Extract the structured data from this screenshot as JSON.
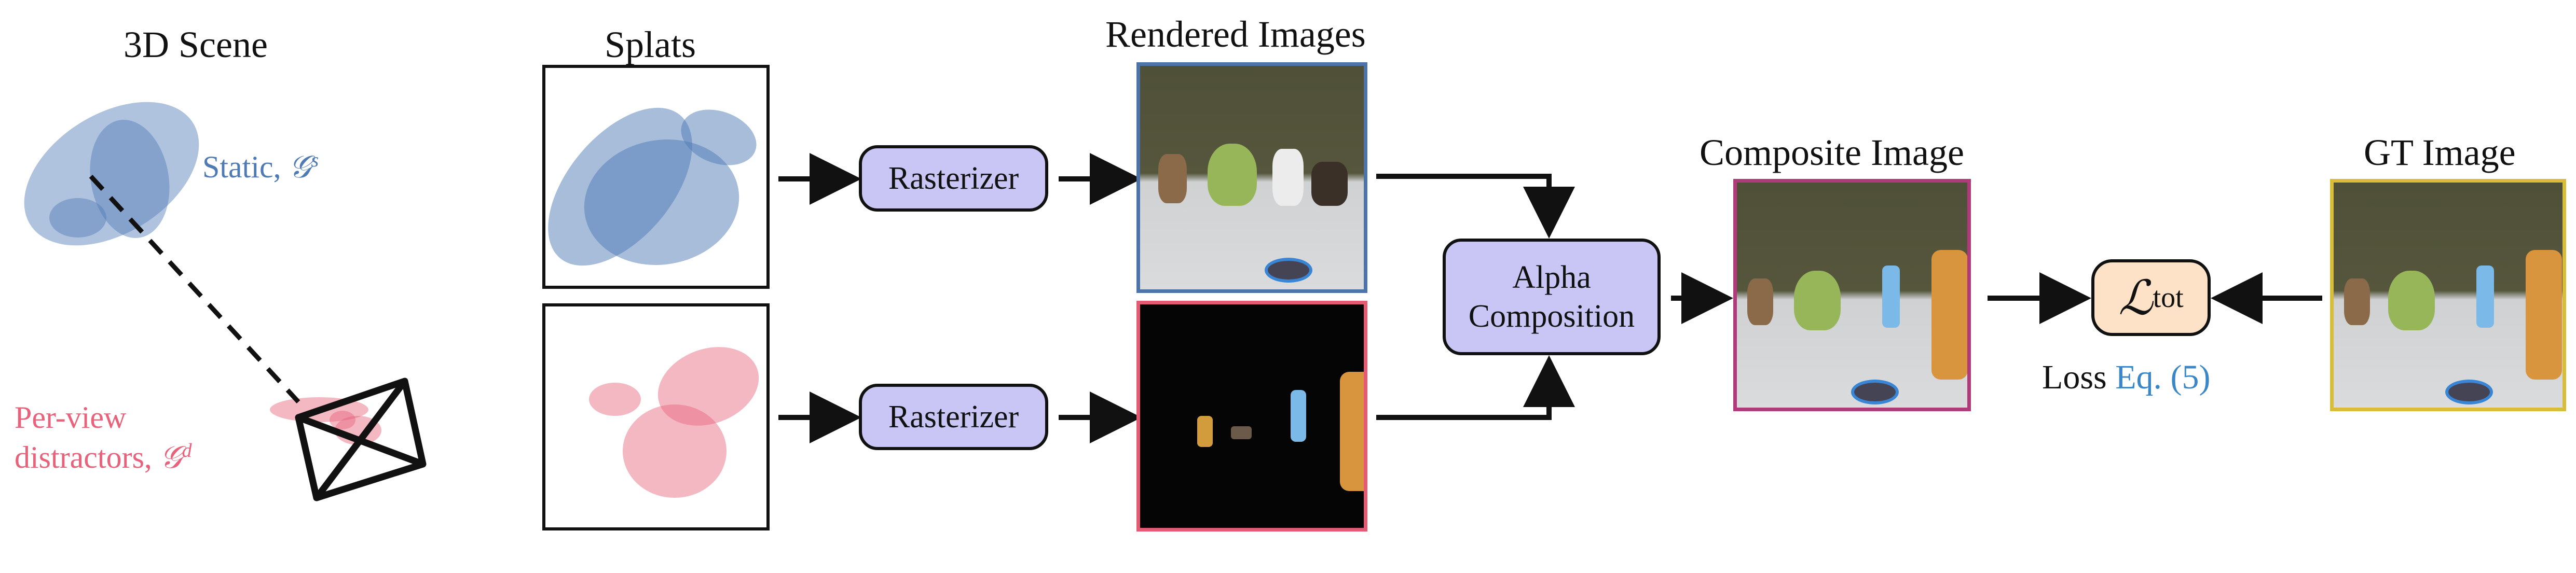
{
  "labels": {
    "scene_title": "3D Scene",
    "splats_title": "Splats",
    "rendered_title": "Rendered Images",
    "composite_title": "Composite Image",
    "gt_title": "GT Image",
    "static_text": "Static, ",
    "static_symbol": "𝒢",
    "static_sup": "s",
    "distractor_line1": "Per-view",
    "distractor_line2": "distractors, ",
    "distractor_symbol": "𝒢",
    "distractor_sup": "d",
    "rasterizer_top": "Rasterizer",
    "rasterizer_bottom": "Rasterizer",
    "alpha_line1": "Alpha",
    "alpha_line2": "Composition",
    "loss_symbol": "ℒ",
    "loss_sub": "tot",
    "loss_caption": "Loss ",
    "loss_ref": "Eq. (5)"
  },
  "colors": {
    "static_blue": "#4f7bb5",
    "distractor_pink": "#e7627a",
    "rasterizer_fill": "#c9c6f6",
    "loss_fill": "#fde2c8",
    "static_frame": "#4c74a8",
    "distractor_frame": "#e55b73",
    "composite_frame": "#b03a7a",
    "gt_frame": "#d7bd3a",
    "ref_blue": "#3b86c6"
  }
}
